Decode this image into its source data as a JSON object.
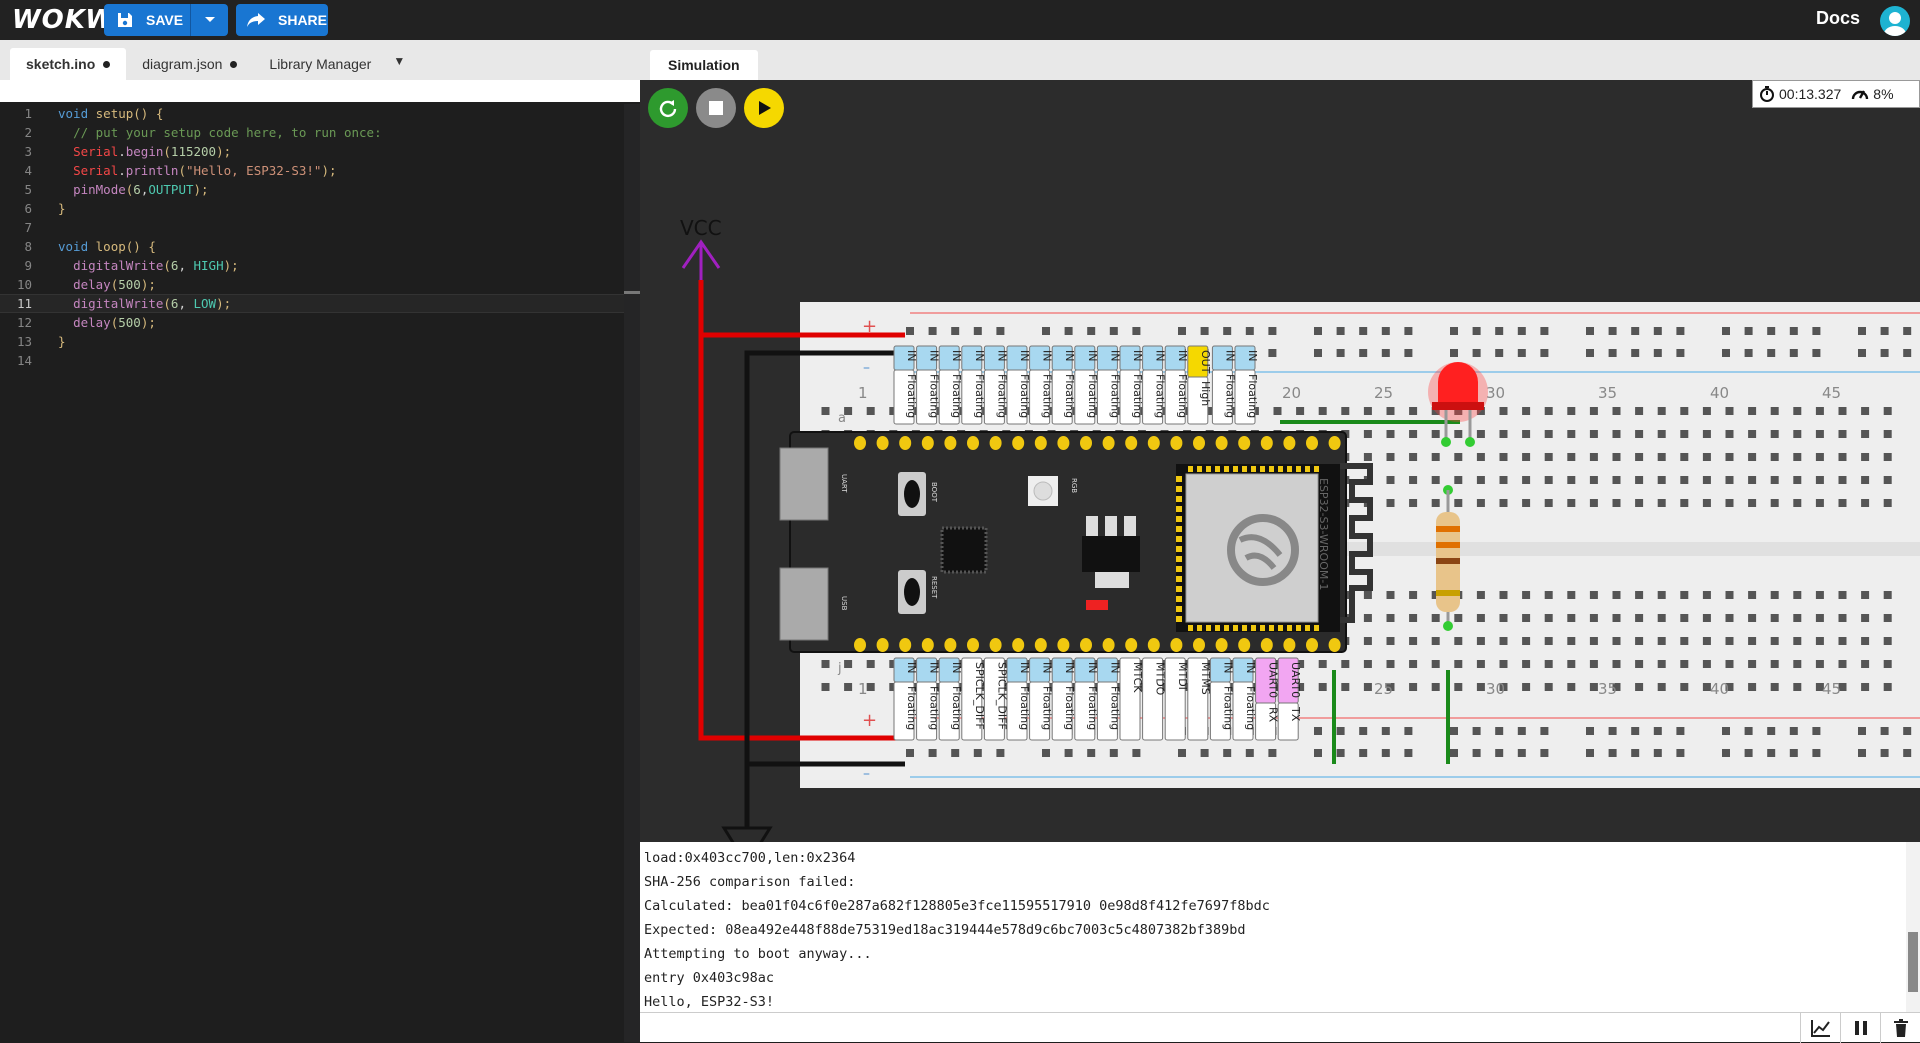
{
  "topbar": {
    "logo": "WOKWi",
    "save_label": "SAVE",
    "share_label": "SHARE",
    "docs_label": "Docs"
  },
  "editor": {
    "tabs": [
      {
        "label": "sketch.ino",
        "modified": true
      },
      {
        "label": "diagram.json",
        "modified": true
      },
      {
        "label": "Library Manager"
      }
    ],
    "current_line": 11,
    "lines": [
      "void setup() {",
      "  // put your setup code here, to run once:",
      "  Serial.begin(115200);",
      "  Serial.println(\"Hello, ESP32-S3!\");",
      "  pinMode(6,OUTPUT);",
      "}",
      "",
      "void loop() {",
      "  digitalWrite(6, HIGH);",
      "  delay(500);",
      "  digitalWrite(6, LOW);",
      "  delay(500);",
      "}",
      ""
    ]
  },
  "simulation": {
    "tab_label": "Simulation",
    "timer": "00:13.327",
    "speed": "8%",
    "vcc_label": "VCC",
    "board_label": "ESP32-S3-WROOM-1",
    "board_silk": {
      "uart": "UART",
      "usb": "USB",
      "boot": "BOOT",
      "reset": "RESET",
      "rgb": "RGB"
    },
    "breadboard": {
      "row_top": "a",
      "row_bottom": "j",
      "plus": "+",
      "minus": "–",
      "col_numbers": [
        "1",
        "20",
        "25",
        "30",
        "35",
        "40",
        "45"
      ],
      "col_numbers_bottom": [
        "1",
        "25",
        "30",
        "35",
        "40",
        "45"
      ]
    },
    "top_pins": [
      [
        "IN",
        "Floating"
      ],
      [
        "IN",
        "Floating"
      ],
      [
        "IN",
        "Floating"
      ],
      [
        "IN",
        "Floating"
      ],
      [
        "IN",
        "Floating"
      ],
      [
        "IN",
        "Floating"
      ],
      [
        "IN",
        "Floating"
      ],
      [
        "IN",
        "Floating"
      ],
      [
        "IN",
        "Floating"
      ],
      [
        "IN",
        "Floating"
      ],
      [
        "IN",
        "Floating"
      ],
      [
        "IN",
        "Floating"
      ],
      [
        "IN",
        "Floating"
      ],
      [
        "OUT",
        "High"
      ],
      [
        "IN",
        "Floating"
      ],
      [
        "IN",
        "Floating"
      ]
    ],
    "bottom_pins": [
      [
        "IN",
        "Floating"
      ],
      [
        "IN",
        "Floating"
      ],
      [
        "IN",
        "Floating"
      ],
      [
        "SPICLK_DIFF",
        ""
      ],
      [
        "SPICLK_DIFF",
        ""
      ],
      [
        "IN",
        "Floating"
      ],
      [
        "IN",
        "Floating"
      ],
      [
        "IN",
        "Floating"
      ],
      [
        "IN",
        "Floating"
      ],
      [
        "IN",
        "Floating"
      ],
      [
        "MTCK",
        ""
      ],
      [
        "MTDO",
        ""
      ],
      [
        "MTDI",
        ""
      ],
      [
        "MTMS",
        ""
      ],
      [
        "IN",
        "Floating"
      ],
      [
        "IN",
        "Floating"
      ],
      [
        "UART0",
        "RX"
      ],
      [
        "UART0",
        "TX"
      ]
    ]
  },
  "console": {
    "lines": [
      "load:0x403cc700,len:0x2364",
      "SHA-256 comparison failed:",
      "Calculated: bea01f04c6f0e287a682f128805e3fce11595517910 0e98d8f412fe7697f8bdc",
      "Expected: 08ea492e448f88de75319ed18ac319444e578d9c6bc7003c5c4807382bf389bd",
      "Attempting to boot anyway...",
      "entry 0x403c98ac",
      "Hello, ESP32-S3!"
    ]
  },
  "colors": {
    "accent": "#1976d2",
    "wire_red": "#e00000",
    "wire_green": "#1a8a1a",
    "led_red": "#ff2020",
    "vcc_purple": "#a020c0"
  }
}
